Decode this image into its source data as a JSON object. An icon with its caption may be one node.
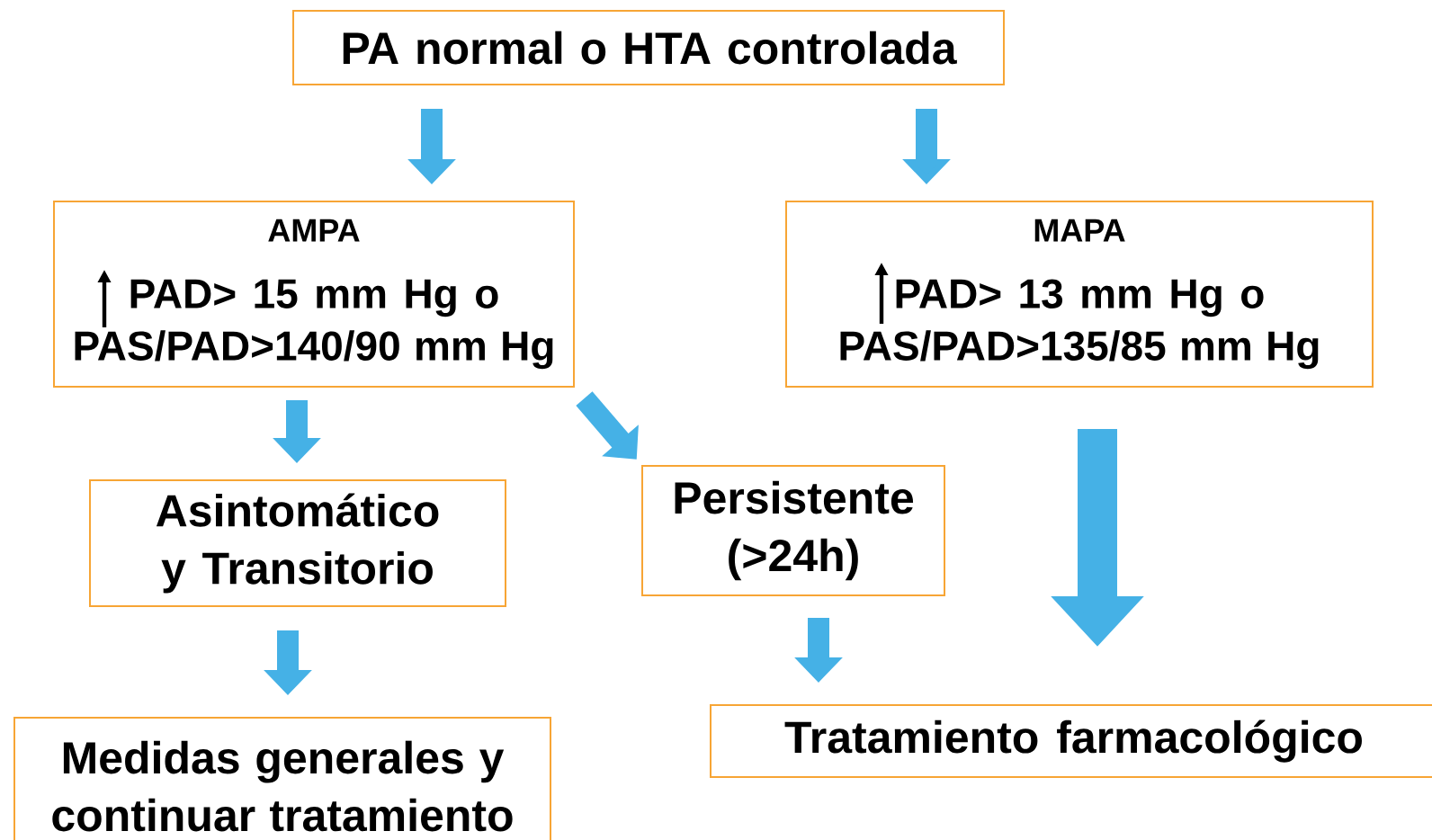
{
  "diagram": {
    "nodes": [
      {
        "text": [
          "PA normal o HTA controlada"
        ]
      },
      {
        "text": [
          "AMPA",
          "PAD> 15 mm Hg o PAS/PAD>140/90 mm Hg"
        ]
      },
      {
        "text": [
          "MAPA",
          "PAD> 13 mm Hg o PAS/PAD>135/85 mm Hg"
        ]
      },
      {
        "text": [
          "Asintomático y Transitorio"
        ]
      },
      {
        "text": [
          "Persistente (>24h)"
        ]
      },
      {
        "text": [
          "Medidas generales y continuar tratamiento"
        ]
      },
      {
        "text": [
          "Tratamiento farmacológico"
        ]
      }
    ],
    "edges": [
      {
        "from": 0,
        "to": 1,
        "arrow": "to"
      },
      {
        "from": 0,
        "to": 2,
        "arrow": "to"
      },
      {
        "from": 1,
        "to": 3,
        "arrow": "to"
      },
      {
        "from": 1,
        "to": 4,
        "arrow": "to"
      },
      {
        "from": 3,
        "to": 5,
        "arrow": "to"
      },
      {
        "from": 4,
        "to": 6,
        "arrow": "to"
      },
      {
        "from": 2,
        "to": 6,
        "arrow": "to",
        "style": "thick"
      }
    ]
  }
}
